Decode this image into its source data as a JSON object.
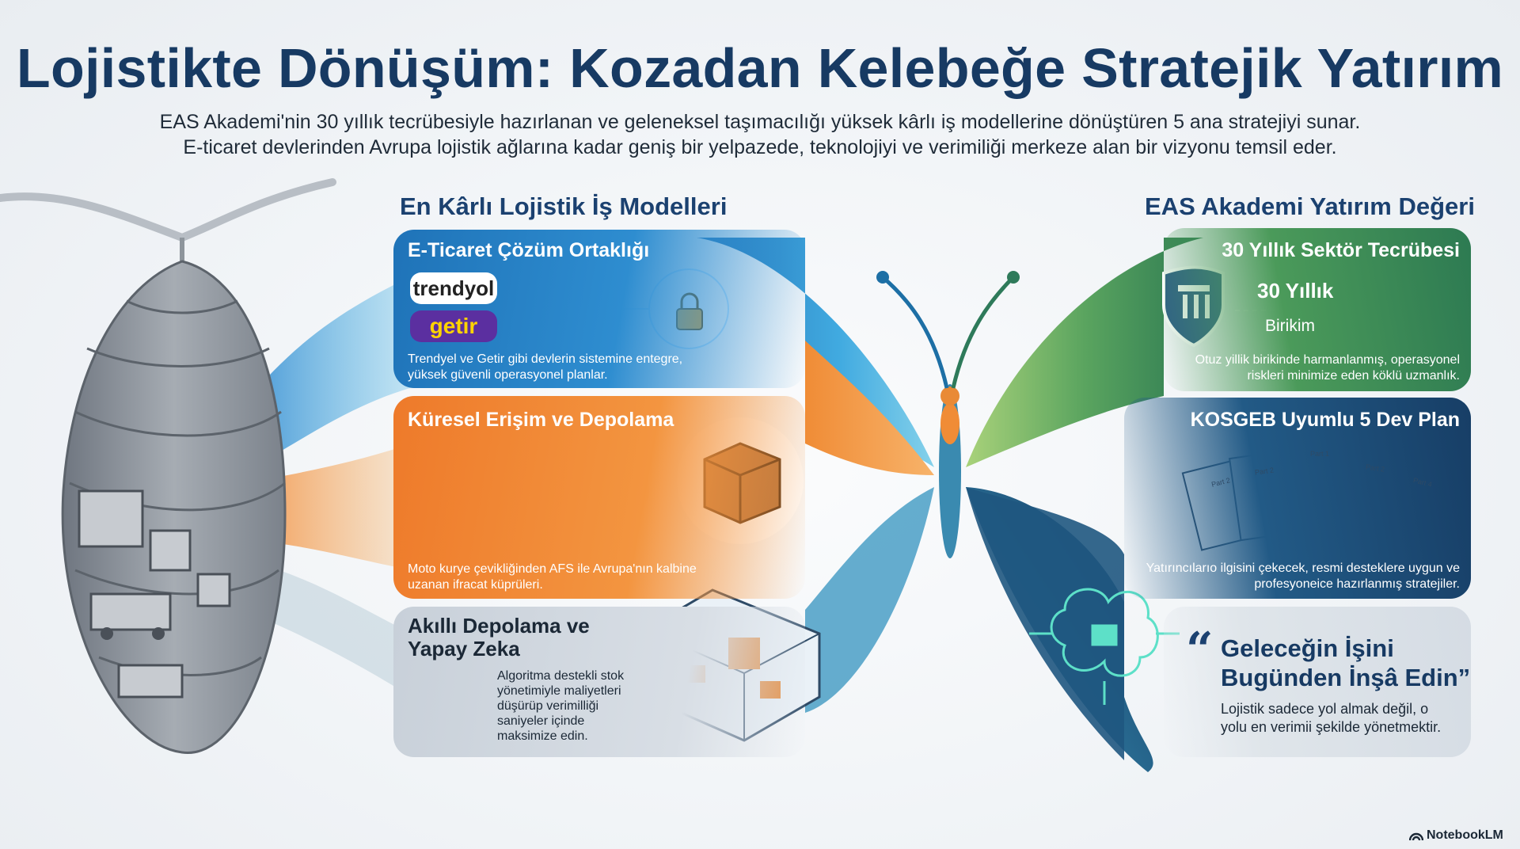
{
  "header": {
    "title": "Lojistikte Dönüşüm: Kozadan Kelebeğe Stratejik Yatırım",
    "subtitle_line1": "EAS Akademi'nin 30 yıllık tecrübesiyle hazırlanan ve geleneksel taşımacılığı yüksek kârlı iş modellerine dönüştüren 5 ana stratejiyi sunar.",
    "subtitle_line2": "E-ticaret devlerinden Avrupa lojistik ağlarına kadar geniş bir yelpazede, teknolojiyi ve verimiliği merkeze alan bir vizyonu temsil eder."
  },
  "left": {
    "heading": "En Kârlı Lojistik İş Modelleri",
    "cards": [
      {
        "title": "E-Ticaret Çözüm Ortaklığı",
        "desc": "Trendyel ve Getir gibi devlerin sistemine entegre, yüksek güvenli operasyonel planlar.",
        "logos": [
          "trendyol",
          "getir"
        ]
      },
      {
        "title": "Küresel Erişim ve Depolama",
        "desc": "Moto kurye çevikliğinden AFS ile Avrupa'nın kalbine uzanan ifracat küprüleri."
      },
      {
        "title": "Akıllı Depolama ve Yapay Zeka",
        "desc": "Algoritma destekli stok yönetimiyle maliyetleri düşürüp verimilliği saniyeler içinde maksimize edin."
      }
    ]
  },
  "right": {
    "heading": "EAS Akademi Yatırım Değeri",
    "cards": [
      {
        "title": "30 Yıllık Sektör Tecrübesi",
        "years_label": "30 Yıllık",
        "years_sub": "Birikim",
        "desc": "Otuz yillik birikinde harmanlanmış, operasyonel riskleri minimize eden köklü uzmanlık."
      },
      {
        "title": "KOSGEB Uyumlu 5 Dev Plan",
        "doc_labels": [
          "Part 2",
          "Part 2",
          "Part 1",
          "Part 2",
          "Part 4"
        ],
        "desc": "Yatırıncılarıo ilgisini çekecek, resmi desteklere uygun ve profesyoneice hazırlanmış stratejiler."
      }
    ],
    "quote": {
      "mark": "“",
      "title": "Geleceğin İşini Bugünden İnşâ Edin”",
      "body": "Lojistik sadece yol almak değil, o yolu en verimii şekilde yönetmektir."
    }
  },
  "brand": "NotebookLM",
  "colors": {
    "title": "#173a63",
    "blue": "#2e8dd0",
    "orange": "#f39540",
    "green": "#4b9a5a",
    "navy": "#1b4170"
  },
  "icons": [
    "cocoon",
    "butterfly",
    "lock-icon",
    "motorcycle-courier",
    "crate-icon",
    "world-map",
    "growth-chart-icon",
    "warehouse",
    "pillar-shield-icon",
    "documents",
    "ai-brain-icon"
  ]
}
